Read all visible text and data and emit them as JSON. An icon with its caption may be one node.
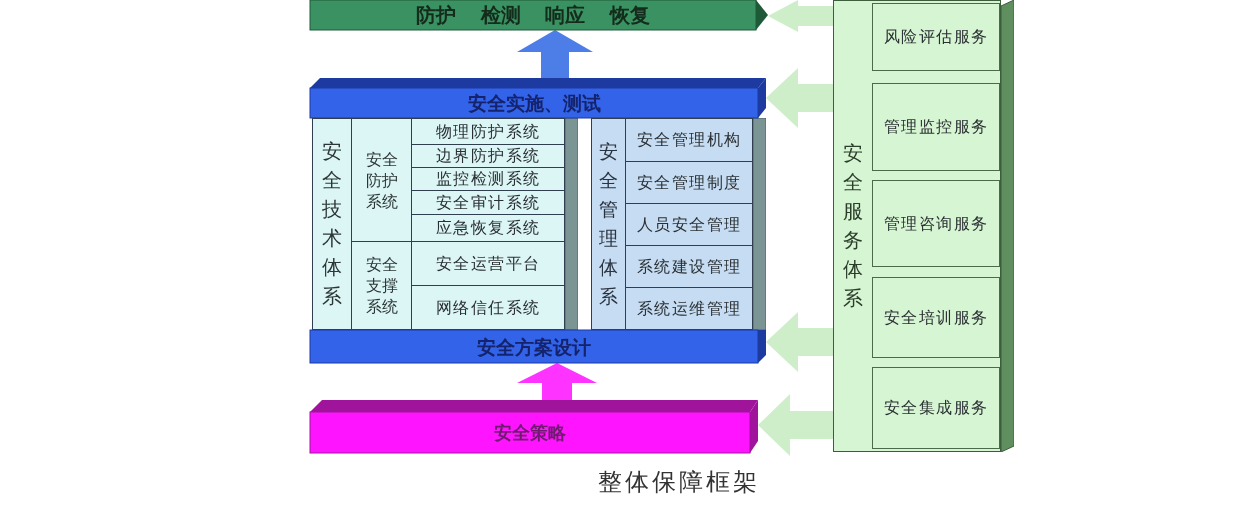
{
  "diagram": {
    "caption": "整体保障框架",
    "nodes": [
      {
        "text": [
          "防护 检测 响应 恢复"
        ]
      },
      {
        "text": [
          "安全实施、测试"
        ]
      },
      {
        "text": [
          "安全技术体系"
        ]
      },
      {
        "text": [
          "安全防护系统"
        ]
      },
      {
        "text": [
          "物理防护系统"
        ]
      },
      {
        "text": [
          "边界防护系统"
        ]
      },
      {
        "text": [
          "监控检测系统"
        ]
      },
      {
        "text": [
          "安全审计系统"
        ]
      },
      {
        "text": [
          "应急恢复系统"
        ]
      },
      {
        "text": [
          "安全支撑系统"
        ]
      },
      {
        "text": [
          "安全运营平台"
        ]
      },
      {
        "text": [
          "网络信任系统"
        ]
      },
      {
        "text": [
          "安全管理体系"
        ]
      },
      {
        "text": [
          "安全管理机构"
        ]
      },
      {
        "text": [
          "安全管理制度"
        ]
      },
      {
        "text": [
          "人员安全管理"
        ]
      },
      {
        "text": [
          "系统建设管理"
        ]
      },
      {
        "text": [
          "系统运维管理"
        ]
      },
      {
        "text": [
          "安全方案设计"
        ]
      },
      {
        "text": [
          "安全策略"
        ]
      },
      {
        "text": [
          "安全服务体系"
        ]
      },
      {
        "text": [
          "风险评估服务"
        ],
        "in": 20
      },
      {
        "text": [
          "管理监控服务"
        ],
        "in": 20
      },
      {
        "text": [
          "管理咨询服务"
        ],
        "in": 20
      },
      {
        "text": [
          "安全培训服务"
        ],
        "in": 20
      },
      {
        "text": [
          "安全集成服务"
        ],
        "in": 20
      }
    ],
    "edges": [
      {
        "from": 1,
        "to": 0,
        "arrow": "to",
        "color": "#4d7de6"
      },
      {
        "from": 19,
        "to": 18,
        "arrow": "to",
        "color": "#ff33ff"
      },
      {
        "from": 20,
        "to": 0,
        "arrow": "to"
      },
      {
        "from": 20,
        "to": 1,
        "arrow": "to"
      },
      {
        "from": 20,
        "to": 18,
        "arrow": "to"
      },
      {
        "from": 20,
        "to": 19,
        "arrow": "to"
      }
    ]
  }
}
